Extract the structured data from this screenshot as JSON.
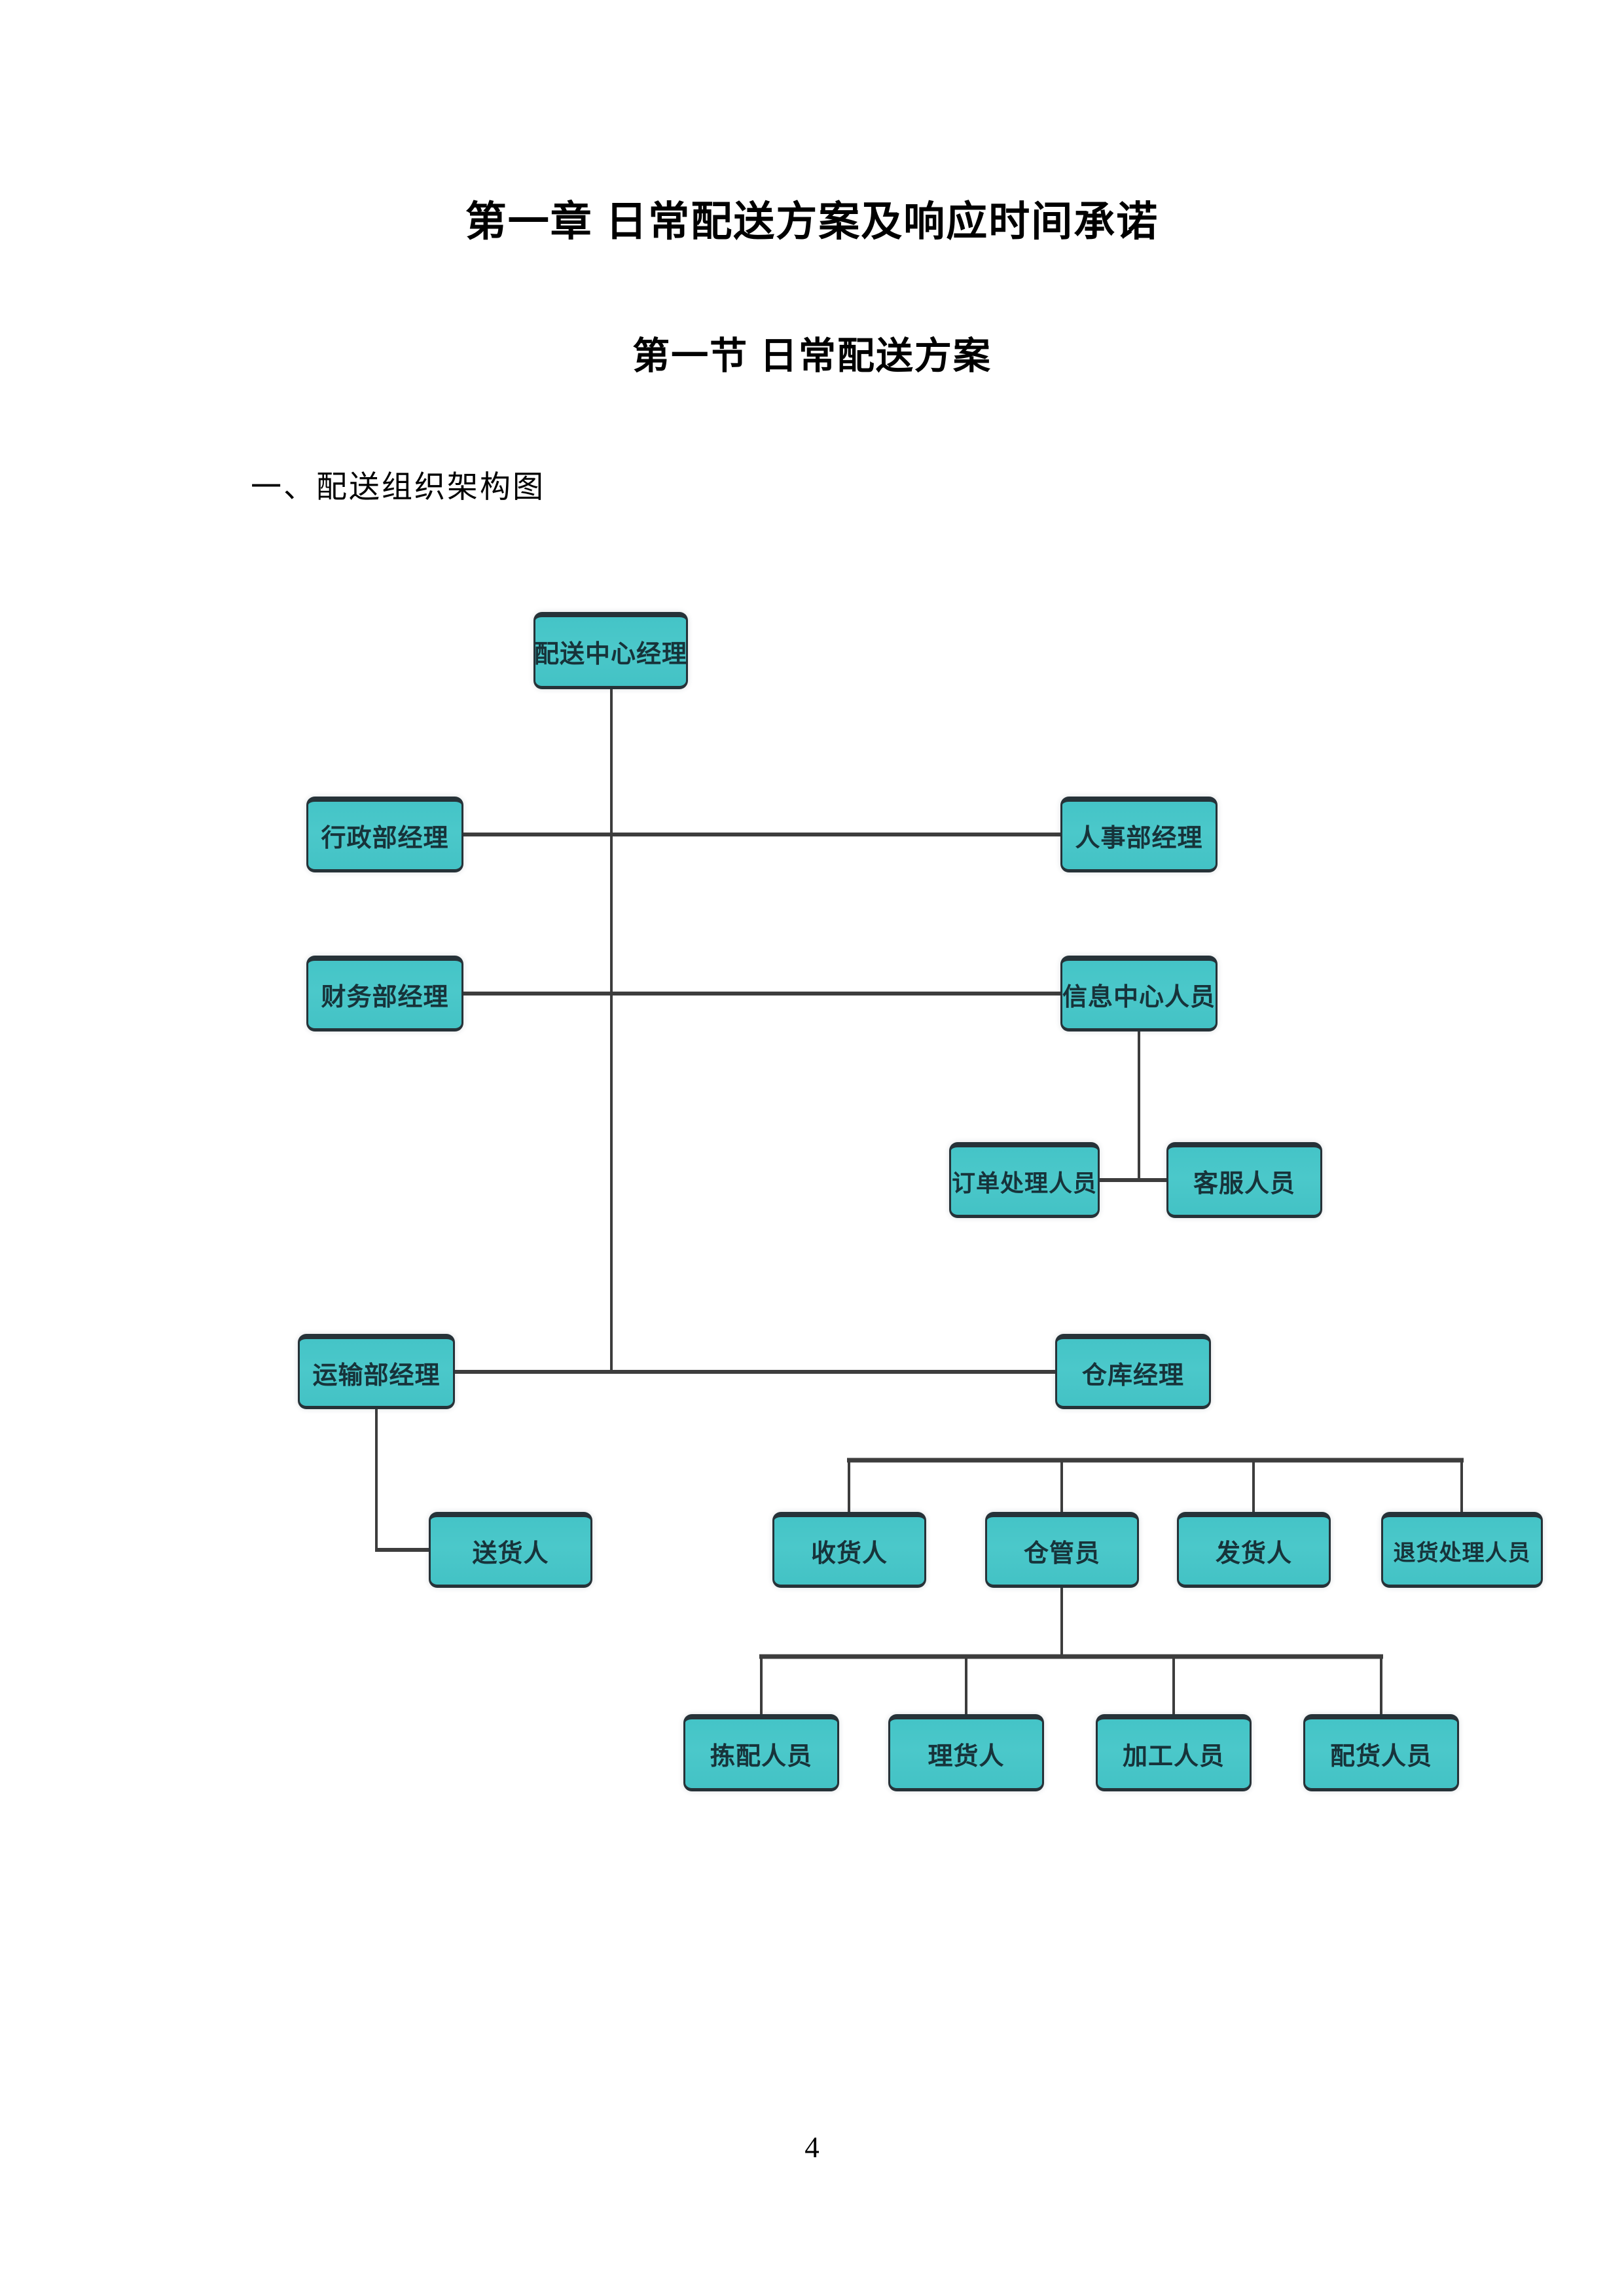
{
  "document": {
    "chapter_title": "第一章 日常配送方案及响应时间承诺",
    "section_title": "第一节 日常配送方案",
    "figure_heading": "一、配送组织架构图",
    "page_number": "4"
  },
  "org_chart": {
    "colors": {
      "node_fill": "#4BC8CA",
      "node_border": "#263238",
      "node_text": "#17333A",
      "connector_line": "#3D3D3D"
    },
    "nodes": [
      {
        "label": "配送中心经理"
      },
      {
        "label": "行政部经理"
      },
      {
        "label": "人事部经理"
      },
      {
        "label": "财务部经理"
      },
      {
        "label": "信息中心人员"
      },
      {
        "label": "订单处理人员"
      },
      {
        "label": "客服人员"
      },
      {
        "label": "运输部经理"
      },
      {
        "label": "仓库经理"
      },
      {
        "label": "送货人"
      },
      {
        "label": "收货人"
      },
      {
        "label": "仓管员"
      },
      {
        "label": "发货人"
      },
      {
        "label": "退货处理人员"
      },
      {
        "label": "拣配人员"
      },
      {
        "label": "理货人"
      },
      {
        "label": "加工人员"
      },
      {
        "label": "配货人员"
      }
    ]
  }
}
